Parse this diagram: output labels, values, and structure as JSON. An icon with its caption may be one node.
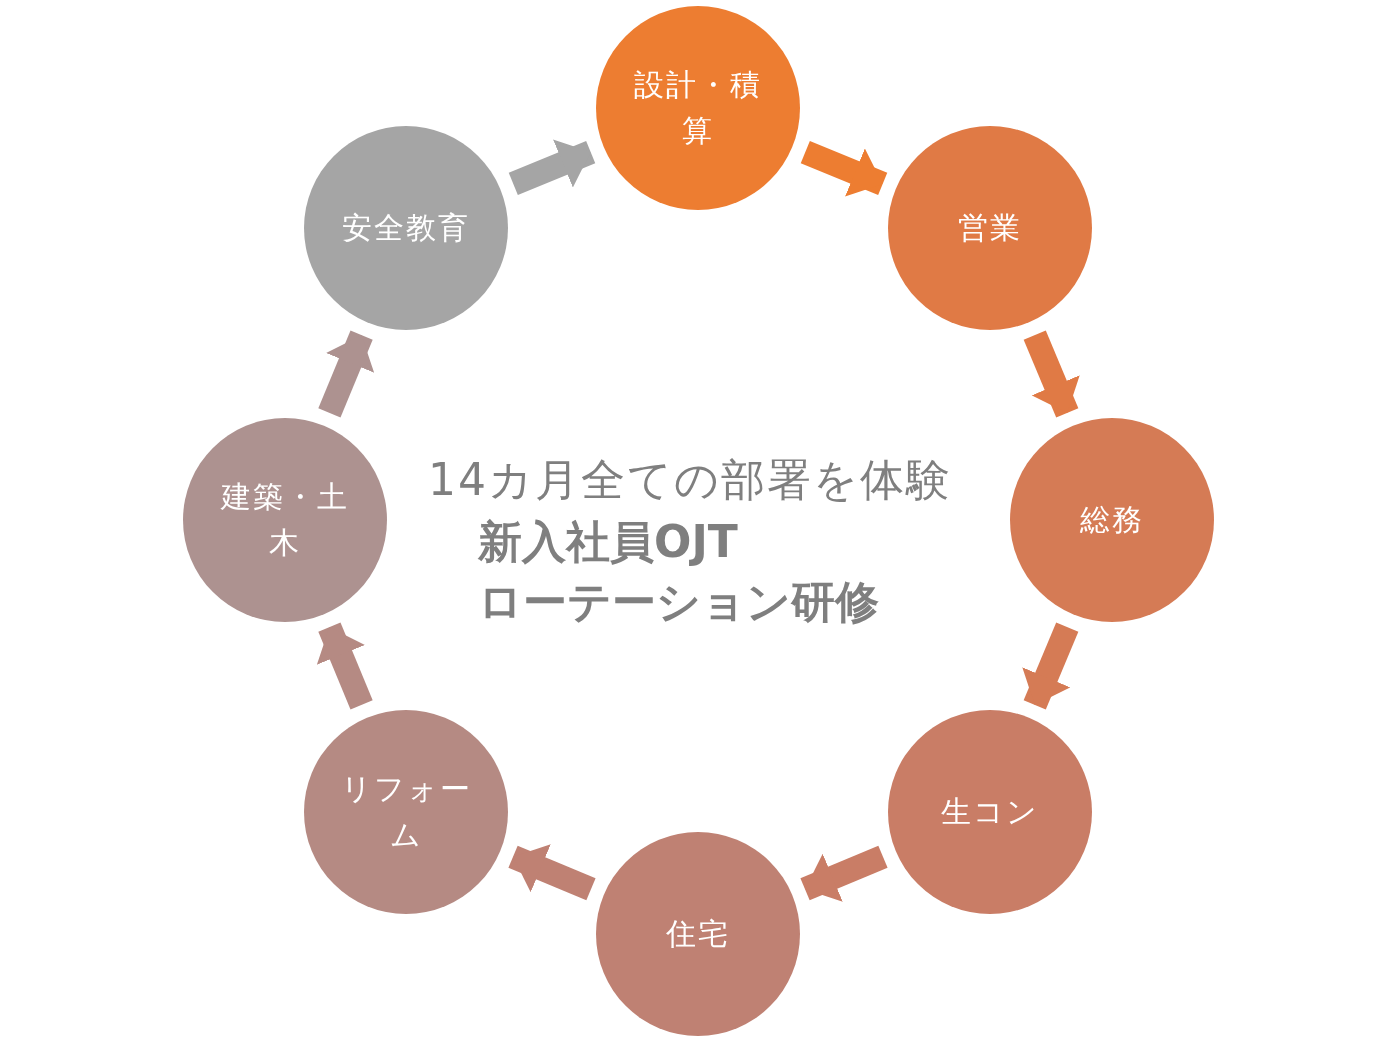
{
  "diagram": {
    "nodes": [
      {
        "text": [
          "設計・積算"
        ]
      },
      {
        "text": [
          "営業"
        ]
      },
      {
        "text": [
          "総務"
        ]
      },
      {
        "text": [
          "生コン"
        ]
      },
      {
        "text": [
          "住宅"
        ]
      },
      {
        "text": [
          "リフォーム"
        ]
      },
      {
        "text": [
          "建築・土木"
        ]
      },
      {
        "text": [
          "安全教育"
        ]
      }
    ],
    "edges": [
      {
        "from": 0,
        "to": 1,
        "arrow": "to",
        "color": "#ed7d31"
      },
      {
        "from": 1,
        "to": 2,
        "arrow": "to",
        "color": "#e07a45"
      },
      {
        "from": 2,
        "to": 3,
        "arrow": "to",
        "color": "#d57b55"
      },
      {
        "from": 3,
        "to": 4,
        "arrow": "to",
        "color": "#c97d66"
      },
      {
        "from": 4,
        "to": 5,
        "arrow": "to",
        "color": "#bf8173"
      },
      {
        "from": 5,
        "to": 6,
        "arrow": "to",
        "color": "#b58a83"
      },
      {
        "from": 6,
        "to": 7,
        "arrow": "to",
        "color": "#ad9290"
      },
      {
        "from": 7,
        "to": 0,
        "arrow": "to",
        "color": "#a5a5a5"
      }
    ],
    "labels": [
      "14カ月全ての部署を体験",
      "新入社員OJT",
      "ローテーション研修"
    ]
  }
}
